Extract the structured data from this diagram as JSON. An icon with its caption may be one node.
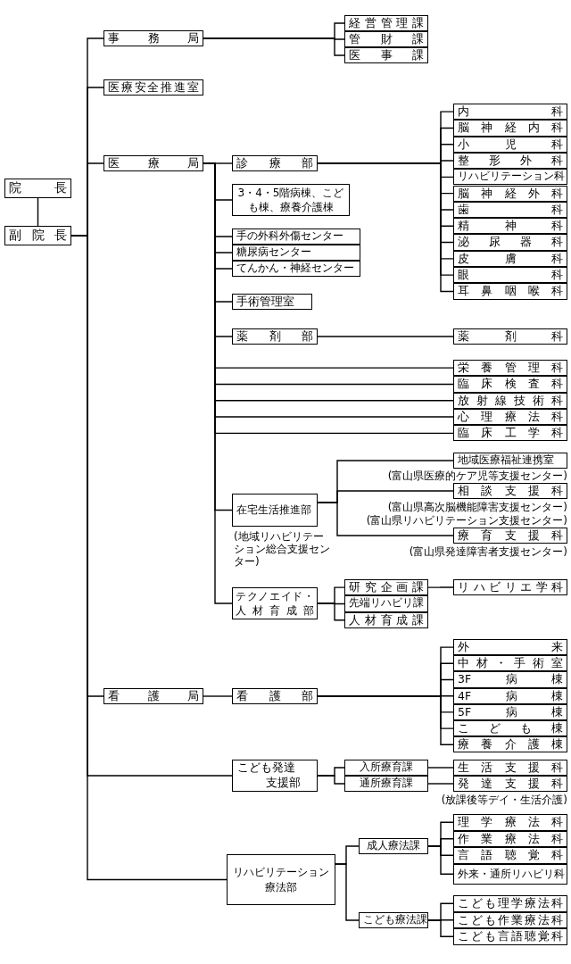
{
  "diagram": {
    "nodes": [
      {
        "text": [
          "院長"
        ]
      },
      {
        "text": [
          "副院長"
        ]
      },
      {
        "text": [
          "事務局"
        ]
      },
      {
        "text": [
          "経営管理課"
        ]
      },
      {
        "text": [
          "管財課"
        ]
      },
      {
        "text": [
          "医事課"
        ]
      },
      {
        "text": [
          "医療安全推進室"
        ]
      },
      {
        "text": [
          "医療局"
        ]
      },
      {
        "text": [
          "診療部"
        ]
      },
      {
        "text": [
          "内科"
        ]
      },
      {
        "text": [
          "脳神経内科"
        ]
      },
      {
        "text": [
          "小児科"
        ]
      },
      {
        "text": [
          "整形外科"
        ]
      },
      {
        "text": [
          "リハビリテーション科"
        ]
      },
      {
        "text": [
          "脳神経外科"
        ]
      },
      {
        "text": [
          "歯科"
        ]
      },
      {
        "text": [
          "精神科"
        ]
      },
      {
        "text": [
          "泌尿器科"
        ]
      },
      {
        "text": [
          "皮膚科"
        ]
      },
      {
        "text": [
          "眼科"
        ]
      },
      {
        "text": [
          "耳鼻咽喉科"
        ]
      },
      {
        "text": [
          "3・4・5階病棟、こども棟、療養介護棟"
        ]
      },
      {
        "text": [
          "手の外科外傷センター"
        ]
      },
      {
        "text": [
          "糖尿病センター"
        ]
      },
      {
        "text": [
          "てんかん・神経センター"
        ]
      },
      {
        "text": [
          "手術管理室"
        ]
      },
      {
        "text": [
          "薬剤部"
        ]
      },
      {
        "text": [
          "薬剤科"
        ]
      },
      {
        "text": [
          "栄養管理科"
        ]
      },
      {
        "text": [
          "臨床検査科"
        ]
      },
      {
        "text": [
          "放射線技術科"
        ]
      },
      {
        "text": [
          "心理療法科"
        ]
      },
      {
        "text": [
          "臨床工学科"
        ]
      },
      {
        "text": [
          "在宅生活推進部"
        ],
        "beside": [
          "(地域リハビリテーション総合支援センター)"
        ]
      },
      {
        "text": [
          "地域医療福祉連携室"
        ]
      },
      {
        "text": [
          "相談支援科"
        ],
        "beside": [
          "(富山県医療的ケア児等支援センター)",
          "(富山県高次脳機能障害支援センター)"
        ]
      },
      {
        "text": [
          "療育支援科"
        ],
        "beside": [
          "(富山県リハビリテーション支援センター)",
          "(富山県発達障害者支援センター)"
        ]
      },
      {
        "text": [
          "テクノエイド・人材育成部"
        ]
      },
      {
        "text": [
          "研究企画課"
        ]
      },
      {
        "text": [
          "先端リハビリ課"
        ]
      },
      {
        "text": [
          "人材育成課"
        ]
      },
      {
        "text": [
          "リハビリエ学科"
        ]
      },
      {
        "text": [
          "看護局"
        ]
      },
      {
        "text": [
          "看護部"
        ]
      },
      {
        "text": [
          "外来"
        ]
      },
      {
        "text": [
          "中材・手術室"
        ]
      },
      {
        "text": [
          "3F病棟"
        ]
      },
      {
        "text": [
          "4F病棟"
        ]
      },
      {
        "text": [
          "5F病棟"
        ]
      },
      {
        "text": [
          "こども棟"
        ]
      },
      {
        "text": [
          "療養介護棟"
        ]
      },
      {
        "text": [
          "こども発達支援部"
        ]
      },
      {
        "text": [
          "入所療育課"
        ]
      },
      {
        "text": [
          "通所療育課"
        ]
      },
      {
        "text": [
          "生活支援科"
        ]
      },
      {
        "text": [
          "発達支援科"
        ],
        "beside": [
          "(放課後等デイ・生活介護)"
        ]
      },
      {
        "text": [
          "リハビリテーション療法部"
        ]
      },
      {
        "text": [
          "成人療法課"
        ]
      },
      {
        "text": [
          "理学療法科"
        ]
      },
      {
        "text": [
          "作業療法科"
        ]
      },
      {
        "text": [
          "言語聴覚科"
        ]
      },
      {
        "text": [
          "外来・通所リハビリ科"
        ]
      },
      {
        "text": [
          "こども療法課"
        ]
      },
      {
        "text": [
          "こども理学療法科"
        ]
      },
      {
        "text": [
          "こども作業療法科"
        ]
      },
      {
        "text": [
          "こども言語聴覚科"
        ]
      }
    ],
    "edges": [
      {
        "from": 0,
        "to": 1,
        "arrow": "none"
      },
      {
        "from": 1,
        "to": 2,
        "arrow": "none"
      },
      {
        "from": 1,
        "to": 6,
        "arrow": "none"
      },
      {
        "from": 1,
        "to": 7,
        "arrow": "none"
      },
      {
        "from": 1,
        "to": 42,
        "arrow": "none"
      },
      {
        "from": 1,
        "to": 51,
        "arrow": "none"
      },
      {
        "from": 1,
        "to": 56,
        "arrow": "none"
      },
      {
        "from": 2,
        "to": 3,
        "arrow": "none"
      },
      {
        "from": 2,
        "to": 4,
        "arrow": "none"
      },
      {
        "from": 2,
        "to": 5,
        "arrow": "none"
      },
      {
        "from": 7,
        "to": 8,
        "arrow": "none"
      },
      {
        "from": 8,
        "to": 9,
        "arrow": "none"
      },
      {
        "from": 8,
        "to": 10,
        "arrow": "none"
      },
      {
        "from": 8,
        "to": 11,
        "arrow": "none"
      },
      {
        "from": 8,
        "to": 12,
        "arrow": "none"
      },
      {
        "from": 8,
        "to": 13,
        "arrow": "none"
      },
      {
        "from": 8,
        "to": 14,
        "arrow": "none"
      },
      {
        "from": 8,
        "to": 15,
        "arrow": "none"
      },
      {
        "from": 8,
        "to": 16,
        "arrow": "none"
      },
      {
        "from": 8,
        "to": 17,
        "arrow": "none"
      },
      {
        "from": 8,
        "to": 18,
        "arrow": "none"
      },
      {
        "from": 8,
        "to": 19,
        "arrow": "none"
      },
      {
        "from": 8,
        "to": 20,
        "arrow": "none"
      },
      {
        "from": 7,
        "to": 21,
        "arrow": "none"
      },
      {
        "from": 7,
        "to": 22,
        "arrow": "none"
      },
      {
        "from": 7,
        "to": 23,
        "arrow": "none"
      },
      {
        "from": 7,
        "to": 24,
        "arrow": "none"
      },
      {
        "from": 7,
        "to": 25,
        "arrow": "none"
      },
      {
        "from": 7,
        "to": 26,
        "arrow": "none"
      },
      {
        "from": 26,
        "to": 27,
        "arrow": "none"
      },
      {
        "from": 7,
        "to": 28,
        "arrow": "none"
      },
      {
        "from": 7,
        "to": 29,
        "arrow": "none"
      },
      {
        "from": 7,
        "to": 30,
        "arrow": "none"
      },
      {
        "from": 7,
        "to": 31,
        "arrow": "none"
      },
      {
        "from": 7,
        "to": 32,
        "arrow": "none"
      },
      {
        "from": 7,
        "to": 33,
        "arrow": "none"
      },
      {
        "from": 33,
        "to": 34,
        "arrow": "none"
      },
      {
        "from": 33,
        "to": 35,
        "arrow": "none"
      },
      {
        "from": 33,
        "to": 36,
        "arrow": "none"
      },
      {
        "from": 7,
        "to": 37,
        "arrow": "none"
      },
      {
        "from": 37,
        "to": 38,
        "arrow": "none"
      },
      {
        "from": 37,
        "to": 39,
        "arrow": "none"
      },
      {
        "from": 37,
        "to": 40,
        "arrow": "none"
      },
      {
        "from": 38,
        "to": 41,
        "arrow": "none"
      },
      {
        "from": 42,
        "to": 43,
        "arrow": "none"
      },
      {
        "from": 43,
        "to": 44,
        "arrow": "none"
      },
      {
        "from": 43,
        "to": 45,
        "arrow": "none"
      },
      {
        "from": 43,
        "to": 46,
        "arrow": "none"
      },
      {
        "from": 43,
        "to": 47,
        "arrow": "none"
      },
      {
        "from": 43,
        "to": 48,
        "arrow": "none"
      },
      {
        "from": 43,
        "to": 49,
        "arrow": "none"
      },
      {
        "from": 43,
        "to": 50,
        "arrow": "none"
      },
      {
        "from": 51,
        "to": 52,
        "arrow": "none"
      },
      {
        "from": 51,
        "to": 53,
        "arrow": "none"
      },
      {
        "from": 52,
        "to": 54,
        "arrow": "none"
      },
      {
        "from": 53,
        "to": 55,
        "arrow": "none"
      },
      {
        "from": 56,
        "to": 57,
        "arrow": "none"
      },
      {
        "from": 56,
        "to": 62,
        "arrow": "none"
      },
      {
        "from": 57,
        "to": 58,
        "arrow": "none"
      },
      {
        "from": 57,
        "to": 59,
        "arrow": "none"
      },
      {
        "from": 57,
        "to": 60,
        "arrow": "none"
      },
      {
        "from": 57,
        "to": 61,
        "arrow": "none"
      },
      {
        "from": 62,
        "to": 63,
        "arrow": "none"
      },
      {
        "from": 62,
        "to": 64,
        "arrow": "none"
      },
      {
        "from": 62,
        "to": 65,
        "arrow": "none"
      }
    ]
  }
}
